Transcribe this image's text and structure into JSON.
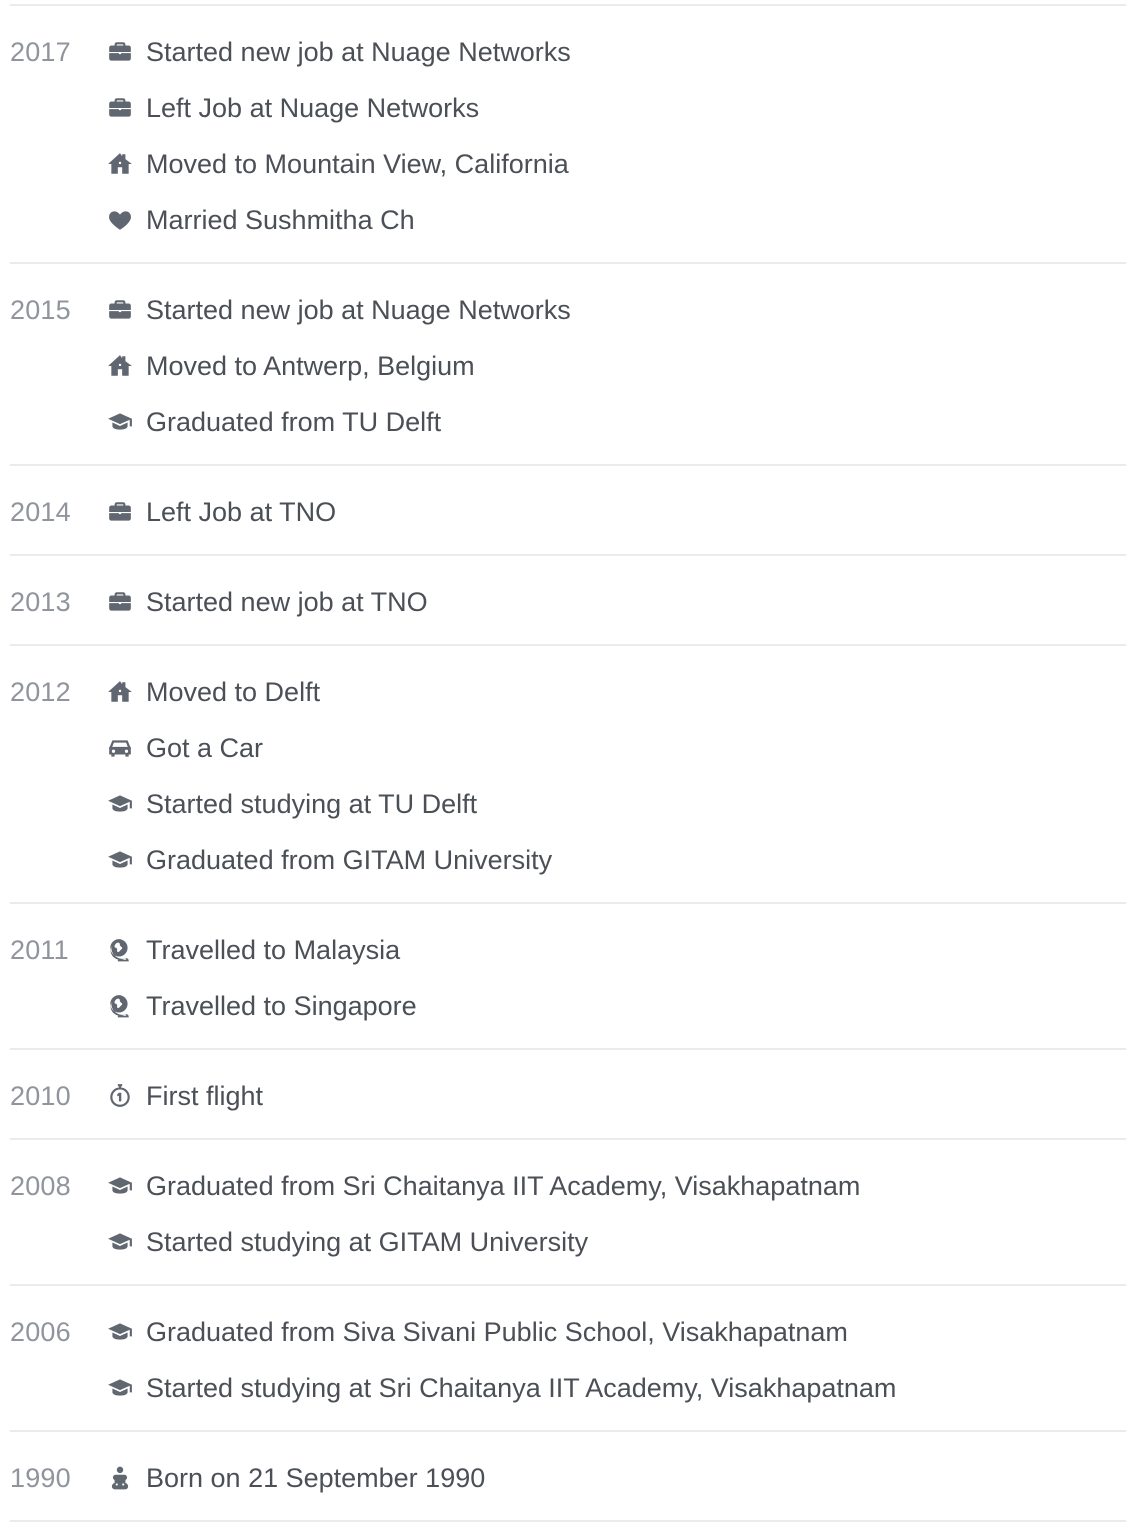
{
  "timeline": [
    {
      "year": "2017",
      "events": [
        {
          "icon": "briefcase-icon",
          "text": "Started new job at Nuage Networks"
        },
        {
          "icon": "briefcase-icon",
          "text": "Left Job at Nuage Networks"
        },
        {
          "icon": "home-icon",
          "text": "Moved to Mountain View, California"
        },
        {
          "icon": "heart-icon",
          "text": "Married Sushmitha Ch"
        }
      ]
    },
    {
      "year": "2015",
      "events": [
        {
          "icon": "briefcase-icon",
          "text": "Started new job at Nuage Networks"
        },
        {
          "icon": "home-icon",
          "text": "Moved to Antwerp, Belgium"
        },
        {
          "icon": "graduation-cap-icon",
          "text": "Graduated from TU Delft"
        }
      ]
    },
    {
      "year": "2014",
      "events": [
        {
          "icon": "briefcase-icon",
          "text": "Left Job at TNO"
        }
      ]
    },
    {
      "year": "2013",
      "events": [
        {
          "icon": "briefcase-icon",
          "text": "Started new job at TNO"
        }
      ]
    },
    {
      "year": "2012",
      "events": [
        {
          "icon": "home-icon",
          "text": "Moved to Delft"
        },
        {
          "icon": "car-icon",
          "text": "Got a Car"
        },
        {
          "icon": "graduation-cap-icon",
          "text": "Started studying at TU Delft"
        },
        {
          "icon": "graduation-cap-icon",
          "text": "Graduated from GITAM University"
        }
      ]
    },
    {
      "year": "2011",
      "events": [
        {
          "icon": "globe-icon",
          "text": "Travelled to Malaysia"
        },
        {
          "icon": "globe-icon",
          "text": "Travelled to Singapore"
        }
      ]
    },
    {
      "year": "2010",
      "events": [
        {
          "icon": "first-milestone-icon",
          "text": "First flight"
        }
      ]
    },
    {
      "year": "2008",
      "events": [
        {
          "icon": "graduation-cap-icon",
          "text": "Graduated from Sri Chaitanya IIT Academy, Visakhapatnam"
        },
        {
          "icon": "graduation-cap-icon",
          "text": "Started studying at GITAM University"
        }
      ]
    },
    {
      "year": "2006",
      "events": [
        {
          "icon": "graduation-cap-icon",
          "text": "Graduated from Siva Sivani Public School, Visakhapatnam"
        },
        {
          "icon": "graduation-cap-icon",
          "text": "Started studying at Sri Chaitanya IIT Academy, Visakhapatnam"
        }
      ]
    },
    {
      "year": "1990",
      "events": [
        {
          "icon": "baby-icon",
          "text": "Born on 21 September 1990"
        }
      ]
    }
  ],
  "colors": {
    "year_text": "#90949c",
    "event_text": "#4b4f56",
    "icon": "#616770",
    "divider": "#e9ebee"
  }
}
